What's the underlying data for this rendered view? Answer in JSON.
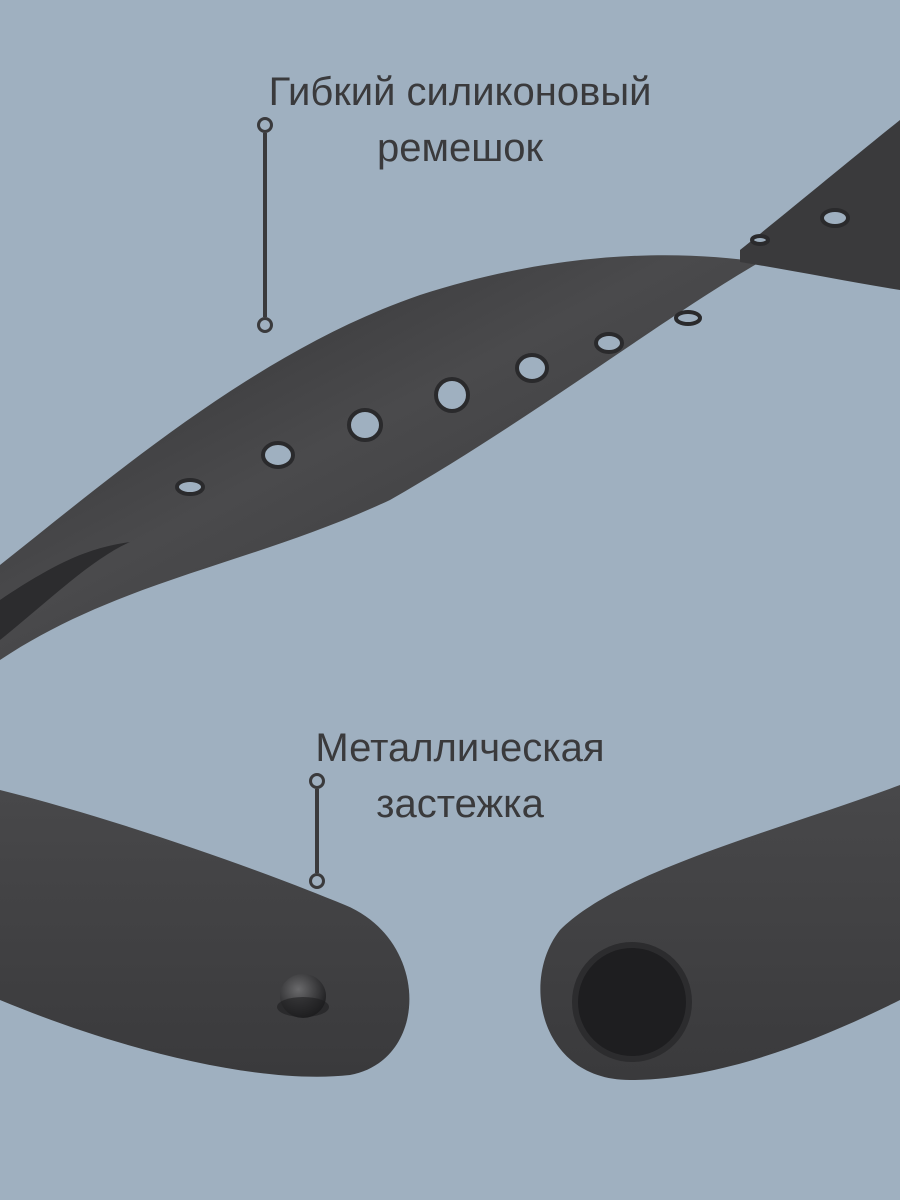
{
  "captions": {
    "strap_line1": "Гибкий силиконовый",
    "strap_line2": "ремешок",
    "clasp_line1": "Металлическая",
    "clasp_line2": "застежка"
  },
  "colors": {
    "background": "#9fb0c0",
    "strap": "#3f3f41",
    "text": "#3a3a3c",
    "button": "#1e1e20"
  }
}
